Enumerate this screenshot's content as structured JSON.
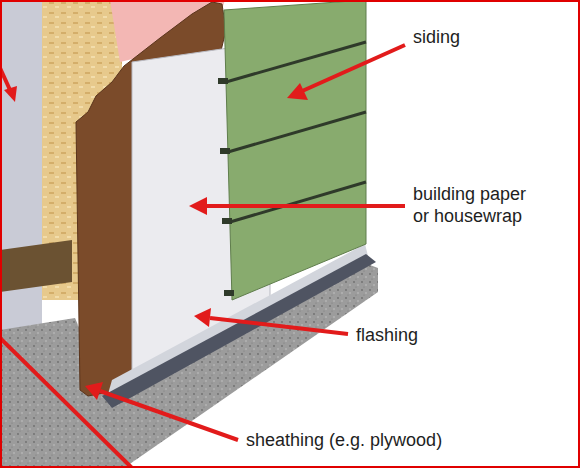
{
  "diagram": {
    "labels": [
      "siding",
      "building paper or housewrap",
      "flashing",
      "sheathing (e.g. plywood)"
    ]
  }
}
